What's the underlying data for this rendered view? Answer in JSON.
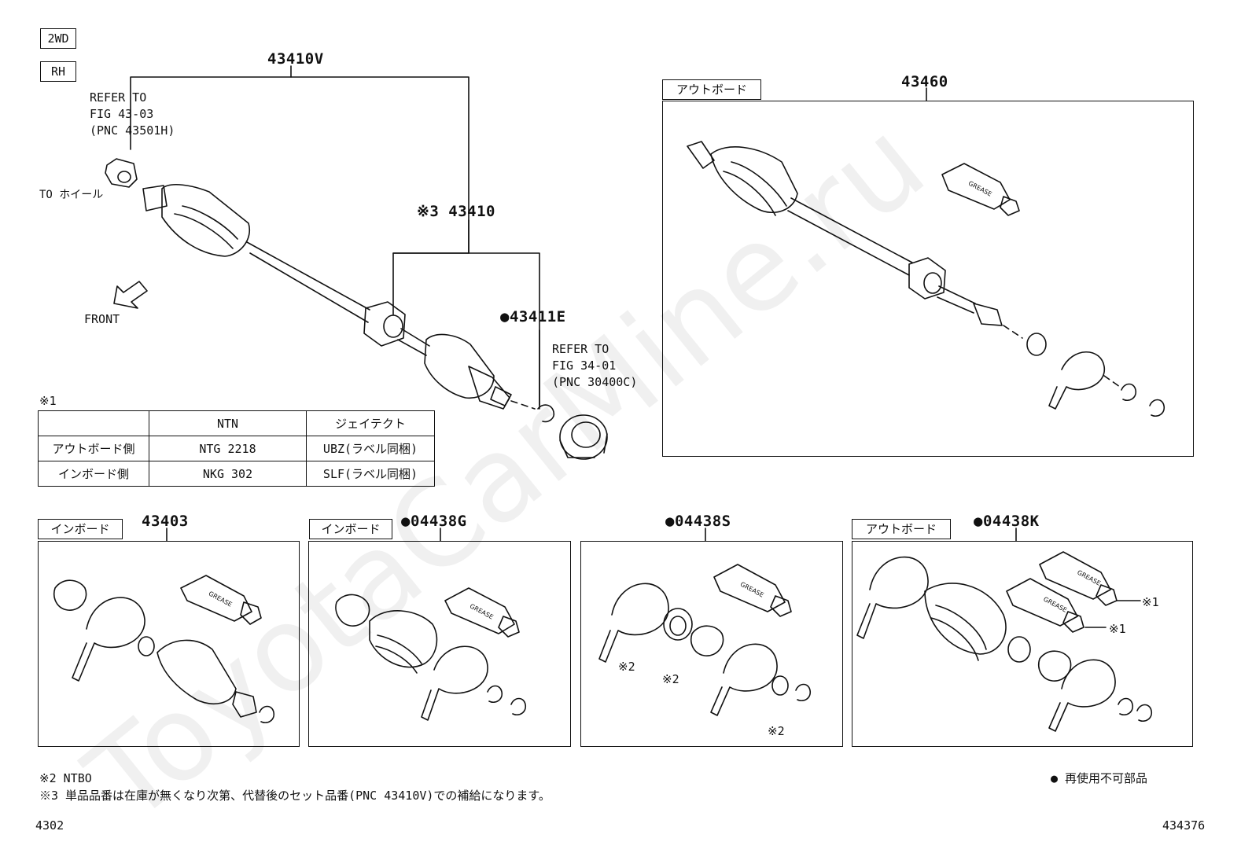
{
  "tags": {
    "drive": "2WD",
    "side": "RH"
  },
  "main": {
    "assembly_pn": "43410V",
    "refer_hub": [
      "REFER TO",
      "FIG 43-03",
      "(PNC 43501H)"
    ],
    "to_wheel": "TO ホイール",
    "front": "FRONT",
    "shaft_pn": "※3 43410",
    "snap_ring_pn": "●43411E",
    "refer_bearing": [
      "REFER TO",
      "FIG 34-01",
      "(PNC 30400C)"
    ]
  },
  "spec_table": {
    "note": "※1",
    "headers": [
      "",
      "NTN",
      "ジェイテクト"
    ],
    "rows": [
      [
        "アウトボード側",
        "NTG 2218",
        "UBZ(ラベル同梱)"
      ],
      [
        "インボード側",
        "NKG 302",
        "SLF(ラベル同梱)"
      ]
    ]
  },
  "panels": {
    "outboard_shaft": {
      "tag": "アウトボード",
      "pn": "43460"
    },
    "inboard_joint": {
      "tag": "インボード",
      "pn": "43403"
    },
    "inboard_boot": {
      "tag": "インボード",
      "pn": "●04438G"
    },
    "boot_kit": {
      "pn": "●04438S"
    },
    "outboard_boot": {
      "tag": "アウトボード",
      "pn": "●04438K"
    }
  },
  "callouts": {
    "ntbo": "※2",
    "grease_note": "※1"
  },
  "notes": {
    "n2": "※2 NTBO",
    "n3": "※3 単品品番は在庫が無くなり次第、代替後のセット品番(PNC 43410V)での補給になります。",
    "legend": "● 再使用不可部品",
    "page_left": "4302",
    "page_right": "434376"
  },
  "watermark": "ToyotaCarMine.ru",
  "grease_label": "GREASE"
}
